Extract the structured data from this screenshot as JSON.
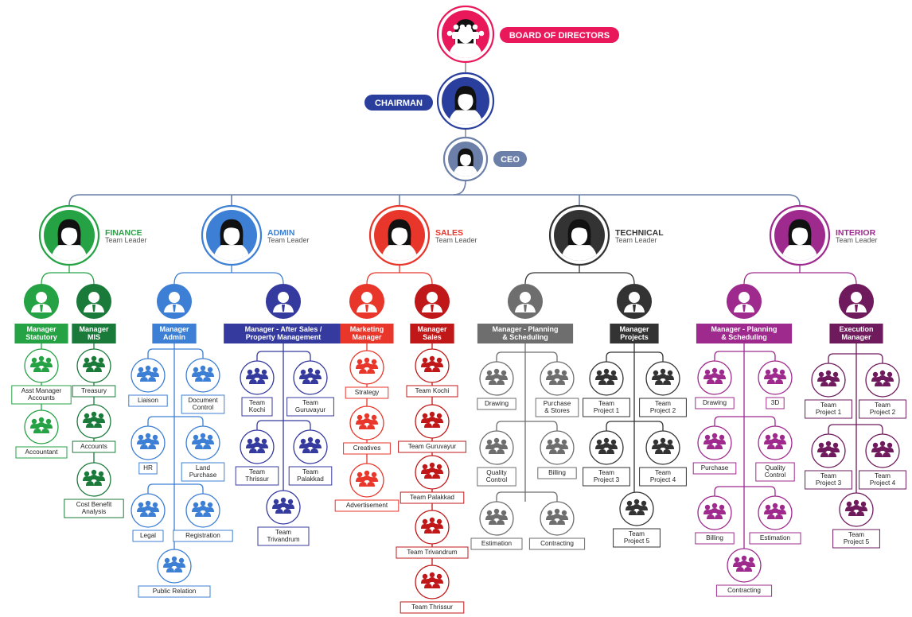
{
  "top": {
    "board": {
      "label": "BOARD OF DIRECTORS",
      "color": "#e8185a"
    },
    "chairman": {
      "label": "CHAIRMAN",
      "color": "#2a3f9d"
    },
    "ceo": {
      "label": "CEO",
      "color": "#6b7fa8"
    }
  },
  "departments": [
    {
      "name": "FINANCE",
      "sub": "Team Leader",
      "color": "#25a244",
      "managers": [
        {
          "label": [
            "Manager",
            "Statutory"
          ],
          "color": "#25a244",
          "dark": false,
          "teams": [
            "Asst Manager|Accounts",
            "Accountant"
          ]
        },
        {
          "label": [
            "Manager",
            "MIS"
          ],
          "color": "#1a7a3a",
          "dark": true,
          "teams": [
            "Treasury",
            "Accounts",
            "Cost Benefit|Analysis"
          ]
        }
      ]
    },
    {
      "name": "ADMIN",
      "sub": "Team Leader",
      "color": "#3d7fd4",
      "managers": [
        {
          "label": [
            "Manager",
            "Admin"
          ],
          "color": "#3d7fd4",
          "dark": false,
          "teams": [
            "Liaison",
            "Document|Control",
            "HR",
            "Land|Purchase",
            "Legal",
            "Registration",
            "Public Relation"
          ]
        },
        {
          "label": [
            "Manager - After Sales /",
            "Property Management"
          ],
          "color": "#353a9f",
          "dark": true,
          "teams": [
            "Team|Kochi",
            "Team|Guruvayur",
            "Team|Thrissur",
            "Team|Palakkad",
            "Team|Trivandrum"
          ]
        }
      ]
    },
    {
      "name": "SALES",
      "sub": "Team Leader",
      "color": "#e8362a",
      "managers": [
        {
          "label": [
            "Marketing",
            "Manager"
          ],
          "color": "#e8362a",
          "dark": false,
          "teams": [
            "Strategy",
            "Creatives",
            "Advertisement"
          ]
        },
        {
          "label": [
            "Manager",
            "Sales"
          ],
          "color": "#c01818",
          "dark": true,
          "teams": [
            "Team Kochi",
            "Team Guruvayur",
            "Team Palakkad",
            "Team Trivandrum",
            "Team Thrissur"
          ]
        }
      ]
    },
    {
      "name": "TECHNICAL",
      "sub": "Team Leader",
      "color": "#333333",
      "managers": [
        {
          "label": [
            "Manager - Planning",
            "& Scheduling"
          ],
          "color": "#6e6e6e",
          "dark": false,
          "teams": [
            "Drawing",
            "Purchase|& Stores",
            "Quality|Control",
            "Billing",
            "Estimation",
            "Contracting"
          ]
        },
        {
          "label": [
            "Manager",
            "Projects"
          ],
          "color": "#333333",
          "dark": true,
          "teams": [
            "Team|Project 1",
            "Team|Project 2",
            "Team|Project 3",
            "Team|Project 4",
            "Team|Project 5"
          ]
        }
      ]
    },
    {
      "name": "INTERIOR",
      "sub": "Team Leader",
      "color": "#9e2a8e",
      "managers": [
        {
          "label": [
            "Manager - Planning",
            "& Scheduling"
          ],
          "color": "#9e2a8e",
          "dark": false,
          "teams": [
            "Drawing",
            "3D",
            "Purchase",
            "Quality|Control",
            "Billing",
            "Estimation",
            "Contracting"
          ]
        },
        {
          "label": [
            "Execution",
            "Manager"
          ],
          "color": "#6e1a5c",
          "dark": true,
          "teams": [
            "Team|Project 1",
            "Team|Project 2",
            "Team|Project 3",
            "Team|Project 4",
            "Team|Project 5"
          ]
        }
      ]
    }
  ]
}
